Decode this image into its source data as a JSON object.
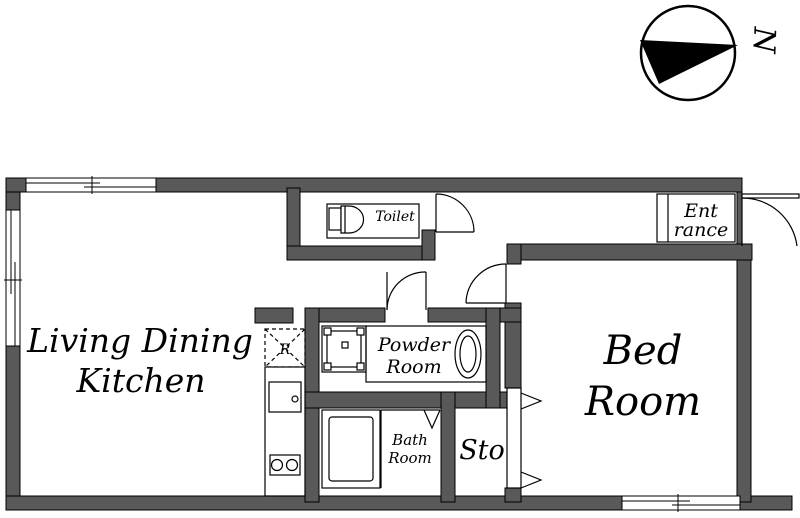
{
  "compass": {
    "north_label": "N"
  },
  "rooms": {
    "ldk": {
      "line1": "Living Dining",
      "line2": "Kitchen"
    },
    "bedroom": {
      "line1": "Bed",
      "line2": "Room"
    },
    "powder": {
      "line1": "Powder",
      "line2": "Room"
    },
    "bath": {
      "line1": "Bath",
      "line2": "Room"
    },
    "toilet": {
      "label": "Toilet"
    },
    "entrance": {
      "line1": "Ent",
      "line2": "rance"
    },
    "storage": {
      "label": "Sto"
    },
    "fridge": {
      "label": "R"
    }
  },
  "colors": {
    "wall": "#595959",
    "line": "#000000",
    "background": "#ffffff"
  }
}
